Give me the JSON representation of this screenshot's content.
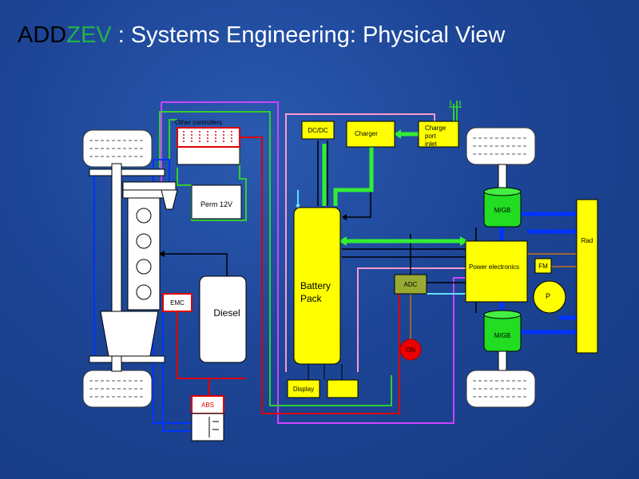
{
  "slide": {
    "title_add": "ADD",
    "title_zev": "ZEV",
    "title_rest": " : Systems Engineering: Physical View"
  },
  "labels": {
    "other_controllers": "Other controllers",
    "perm12v": "Perm 12V",
    "diesel": "Diesel",
    "emc": "EMC",
    "abs": "ABS",
    "dcdc": "DC/DC",
    "charger": "Charger",
    "charge_port_line1": "Charge",
    "charge_port_line2": "port",
    "charge_port_line3": "inlet",
    "battery_line1": "Battery",
    "battery_line2": "Pack",
    "display": "Display",
    "adc": "ADC",
    "on": "ON",
    "power_electronics": "Power electronics",
    "fm": "FM",
    "p": "P",
    "mgb_top": "M/GB",
    "mgb_bottom": "M/GB",
    "rad": "Rad"
  },
  "colors": {
    "yellow": "#ffff00",
    "green": "#33dd33",
    "magenta": "#cc44ff",
    "red": "#dd0000",
    "pink": "#ff99cc",
    "blue": "#0000ff",
    "black": "#000000"
  }
}
